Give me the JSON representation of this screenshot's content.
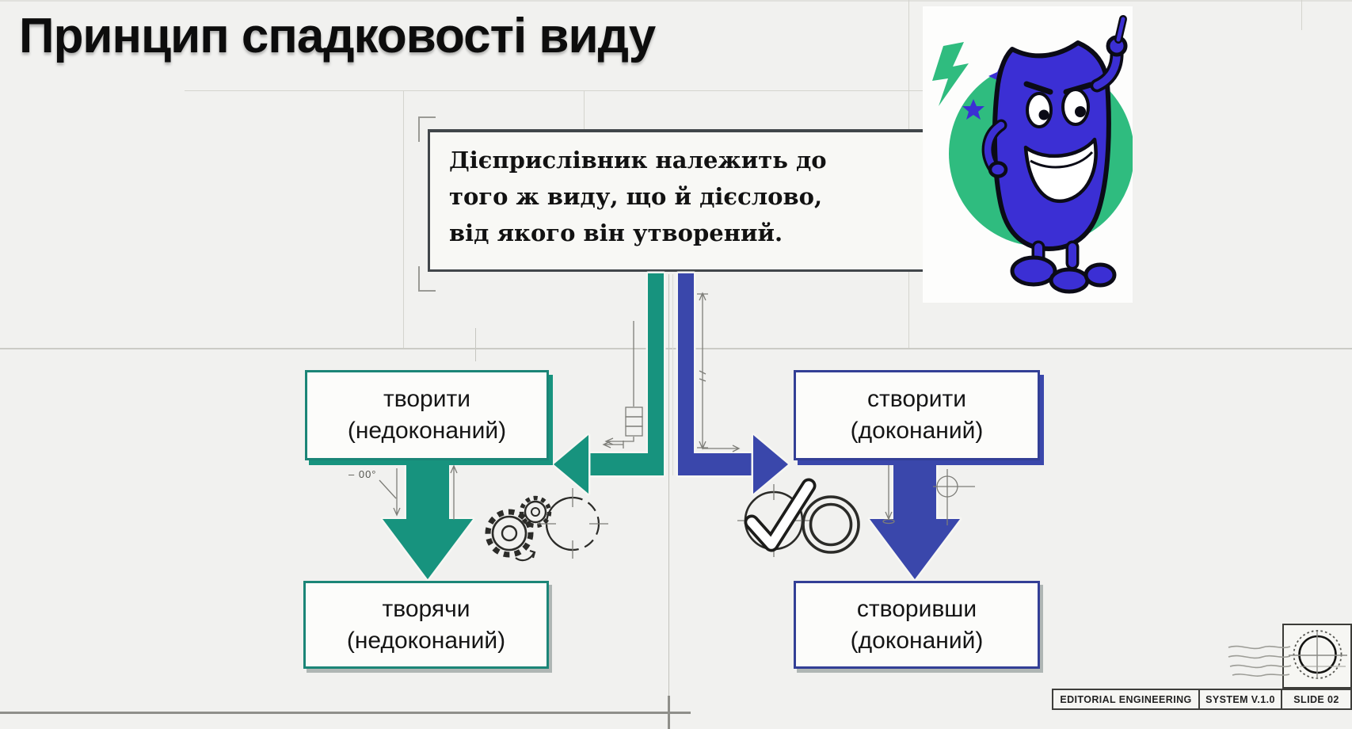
{
  "slide": {
    "title": "Принцип спадковості виду",
    "definition": {
      "lines": [
        "Дієприслівник належить до",
        "того ж виду, що й дієслово,",
        "від якого він утворений."
      ]
    },
    "flow": {
      "imperfective": {
        "verb": "творити",
        "aspect": "(недоконаний)",
        "derived": "творячи",
        "derived_aspect": "(недоконаний)"
      },
      "perfective": {
        "verb": "створити",
        "aspect": "(доконаний)",
        "derived": "створивши",
        "derived_aspect": "(доконаний)"
      }
    },
    "annotations": {
      "angle_label": "– 00°"
    },
    "footer": {
      "items": [
        {
          "label": "EDITORIAL ENGINEERING"
        },
        {
          "label": "SYSTEM V.1.0"
        },
        {
          "label": "SLIDE 02"
        }
      ]
    }
  },
  "icons": {
    "left_decor": [
      "gears-icon",
      "dashed-target-icon"
    ],
    "right_decor": [
      "check-circle-icon",
      "ring-icon"
    ],
    "marker": "crosshair-marker-icon",
    "stamp": "postal-stamp-icon",
    "mascot": [
      "lightning-bolt-icon",
      "star-icon",
      "mascot-character"
    ]
  },
  "colors": {
    "teal": "#17937E",
    "teal_border": "#1B8577",
    "blue": "#3A47AB",
    "blue_border": "#333F96",
    "mascot_green": "#2FBC7F",
    "mascot_blue": "#3B2FD4",
    "background": "#F1F1EF"
  }
}
